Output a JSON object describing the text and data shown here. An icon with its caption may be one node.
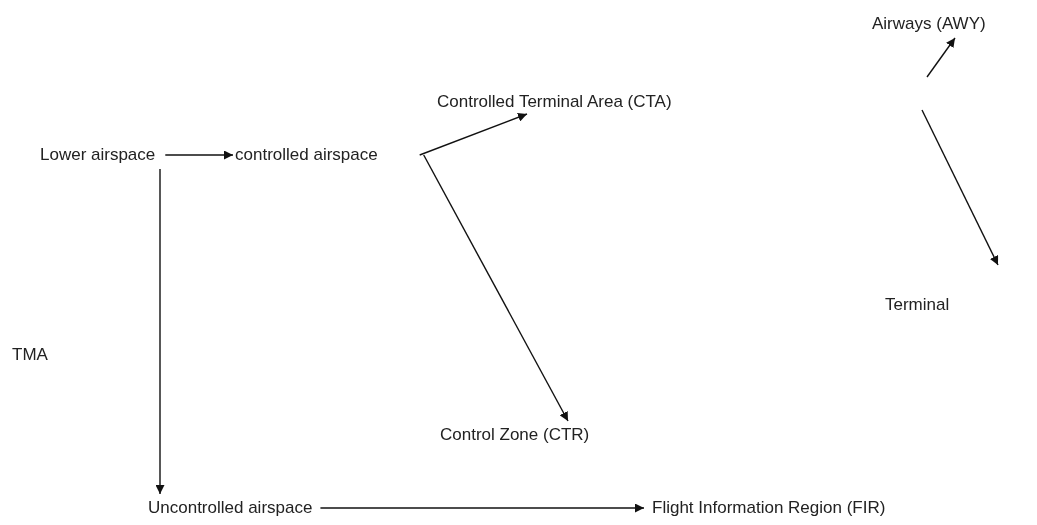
{
  "diagram": {
    "nodes": [
      {
        "text": [
          "Lower airspace"
        ]
      },
      {
        "text": [
          "controlled airspace"
        ]
      },
      {
        "text": [
          "Controlled Terminal Area (CTA)"
        ]
      },
      {
        "text": [
          "Airways (AWY)"
        ]
      },
      {
        "text": [
          "Terminal"
        ]
      },
      {
        "text": [
          "TMA"
        ]
      },
      {
        "text": [
          "Control Zone (CTR)"
        ]
      },
      {
        "text": [
          "Uncontrolled airspace"
        ]
      },
      {
        "text": [
          "Flight Information Region (FIR)"
        ]
      }
    ],
    "edges": [
      {
        "from": 0,
        "to": 1,
        "arrow": "to"
      },
      {
        "from": 0,
        "to": 7,
        "arrow": "to"
      },
      {
        "from": 1,
        "to": 2,
        "arrow": "to"
      },
      {
        "from": 1,
        "to": 6,
        "arrow": "to"
      },
      {
        "from": null,
        "to": 3,
        "arrow": "to"
      },
      {
        "from": null,
        "to": 4,
        "arrow": "to"
      },
      {
        "from": 7,
        "to": 8,
        "arrow": "to"
      }
    ]
  }
}
